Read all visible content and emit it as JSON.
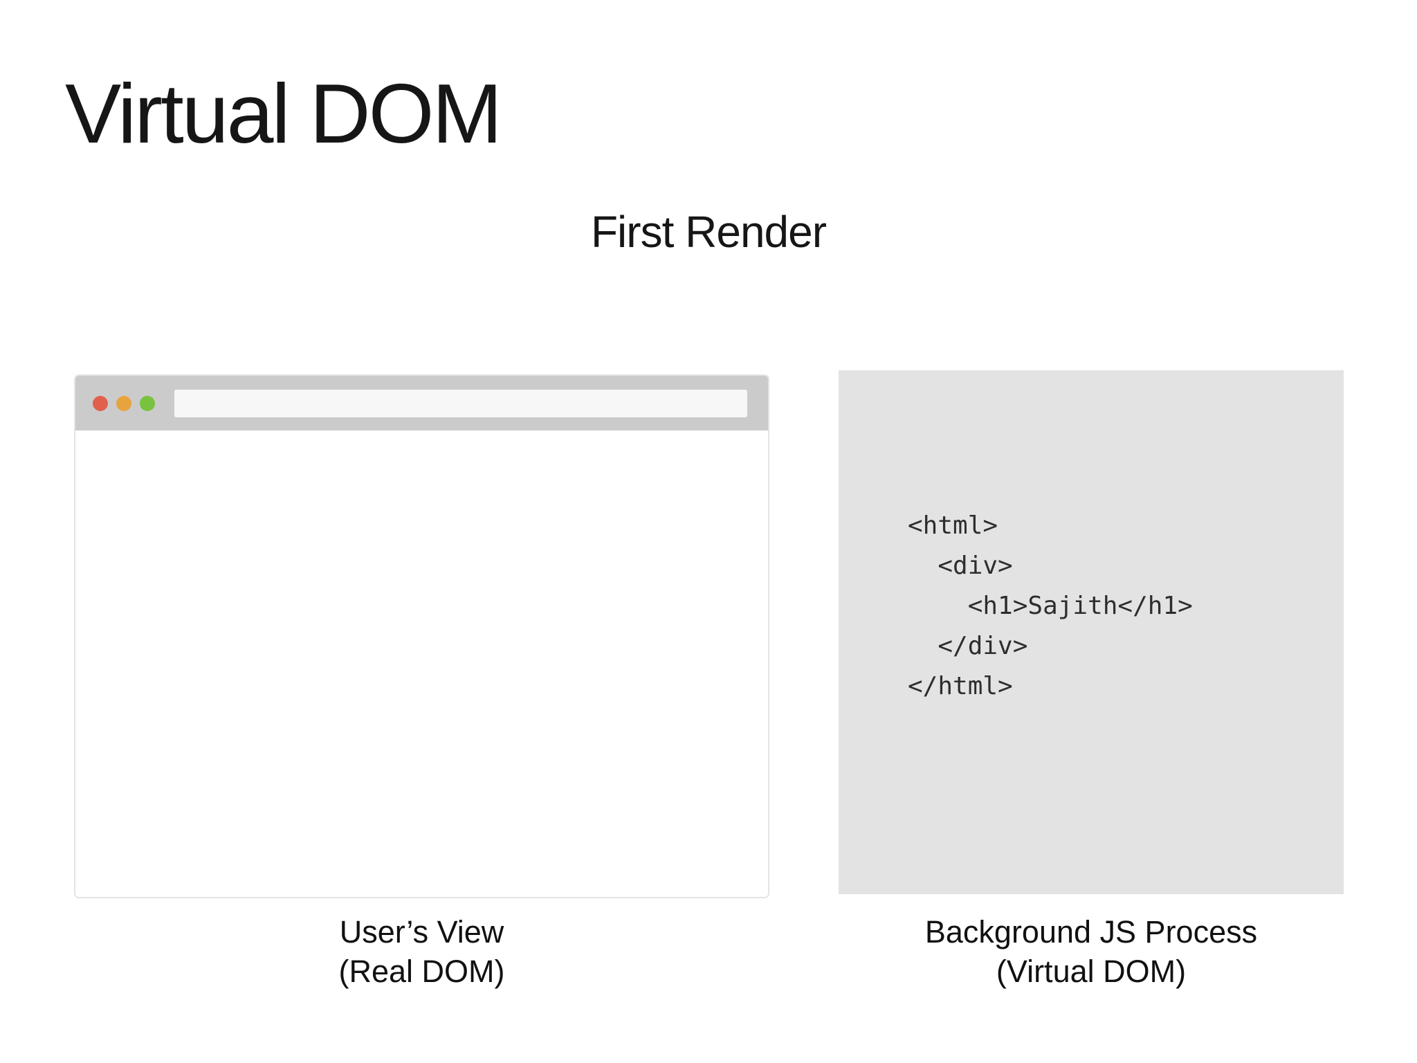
{
  "slide": {
    "title": "Virtual DOM",
    "subtitle": "First Render"
  },
  "browser_mockup": {
    "address_bar_text": "",
    "traffic_lights": [
      {
        "name": "close",
        "color": "#e0604d"
      },
      {
        "name": "minimize",
        "color": "#e7a43e"
      },
      {
        "name": "fullscreen",
        "color": "#78c23f"
      }
    ],
    "caption_line1": "User’s View",
    "caption_line2": "(Real DOM)"
  },
  "vdom_panel": {
    "code": "<html>\n  <div>\n    <h1>Sajith</h1>\n  </div>\n</html>",
    "caption_line1": "Background JS Process",
    "caption_line2": "(Virtual DOM)"
  },
  "colors": {
    "panel_gray": "#e3e3e3",
    "titlebar_gray": "#cbcbcb",
    "address_bar_gray": "#f7f7f7",
    "window_border": "#e4e4e4",
    "code_text": "#2d2d2d",
    "dot_red": "#e0604d",
    "dot_orange": "#e7a43e",
    "dot_green": "#78c23f"
  }
}
